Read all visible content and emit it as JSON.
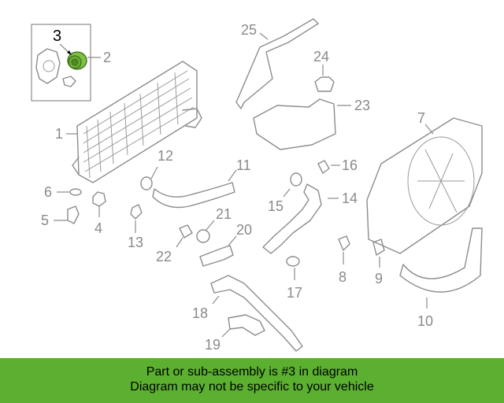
{
  "highlight": {
    "number": "3",
    "color": "#7dc242"
  },
  "banner": {
    "line1": "Part or sub-assembly is #3 in diagram",
    "line2": "Diagram may not be specific to your vehicle",
    "color": "#5bb030"
  },
  "callouts": {
    "n1": "1",
    "n2": "2",
    "n3": "3",
    "n4": "4",
    "n5": "5",
    "n6": "6",
    "n7": "7",
    "n8": "8",
    "n9": "9",
    "n10": "10",
    "n11": "11",
    "n12": "12",
    "n13": "13",
    "n14": "14",
    "n15": "15",
    "n16": "16",
    "n17": "17",
    "n18": "18",
    "n19": "19",
    "n20": "20",
    "n21": "21",
    "n22": "22",
    "n23": "23",
    "n24": "24",
    "n25": "25"
  }
}
